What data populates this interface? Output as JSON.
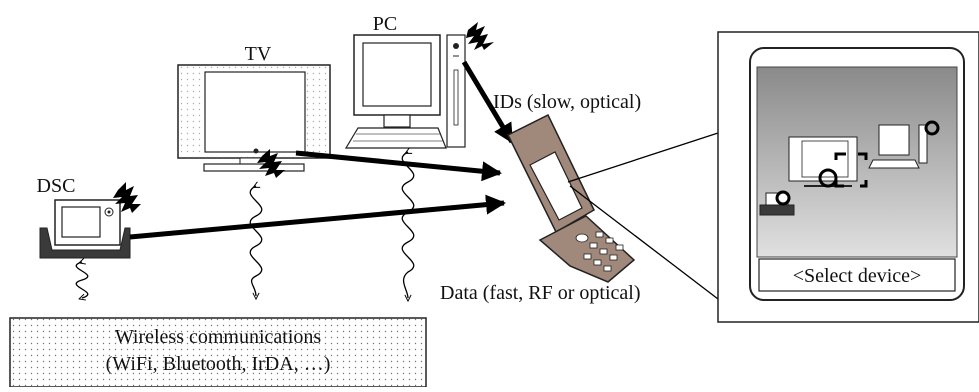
{
  "labels": {
    "pc": "PC",
    "tv": "TV",
    "dsc": "DSC",
    "ids": "IDs (slow, optical)",
    "data": "Data (fast, RF or optical)",
    "select": "<Select device>"
  },
  "wireless_box": {
    "line1": "Wireless communications",
    "line2": "(WiFi, Bluetooth, IrDA, …)"
  },
  "icons": [
    "pc-icon",
    "tv-icon",
    "camera-icon",
    "mobile-phone-icon",
    "flash-icon",
    "wave-icon"
  ],
  "colors": {
    "phone_body": "#a0887a",
    "screen_gradient_top": "#8a8a8a",
    "screen_gradient_bottom": "#dcdcdc"
  }
}
